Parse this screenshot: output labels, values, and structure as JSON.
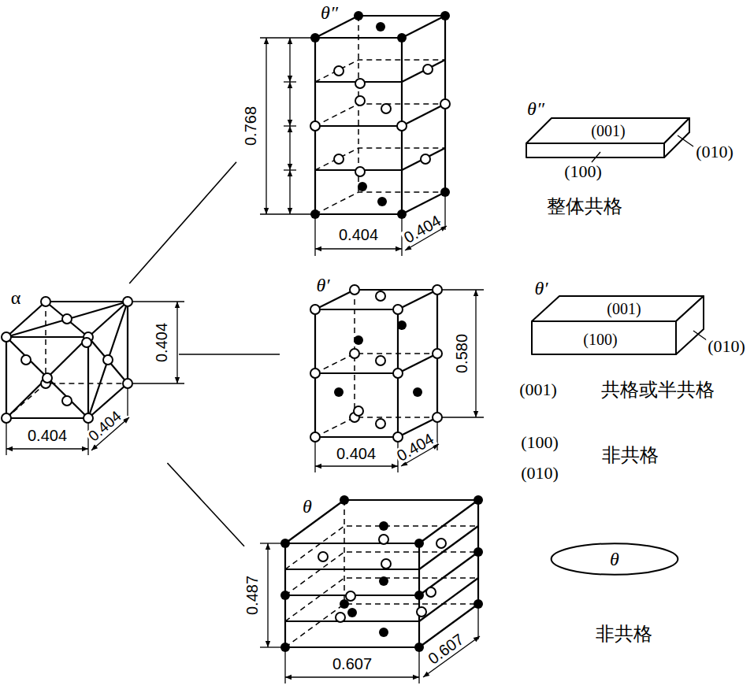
{
  "diagram": {
    "nodes": [
      {
        "text": [
          "α"
        ]
      },
      {
        "text": [
          "θ″"
        ]
      },
      {
        "text": [
          "θ′"
        ]
      },
      {
        "text": [
          "θ"
        ]
      },
      {
        "text": [
          "θ″",
          "(001)"
        ]
      },
      {
        "text": [
          "θ′",
          "(001)",
          "(100)"
        ]
      },
      {
        "text": [
          "θ"
        ]
      }
    ],
    "edges": [
      {
        "from": 0,
        "to": 1,
        "arrow": "none"
      },
      {
        "from": 0,
        "to": 2,
        "arrow": "none"
      },
      {
        "from": 0,
        "to": 3,
        "arrow": "none"
      }
    ],
    "labels": [
      "0.768",
      "0.404",
      "0.404",
      "(100)",
      "(010)",
      "整体共格",
      "0.404",
      "0.404",
      "0.404",
      "0.580",
      "0.404",
      "0.404",
      "(010)",
      "(001)",
      "共格或半共格",
      "(100)",
      "(010)",
      "非共格",
      "0.487",
      "0.607",
      "0.607",
      "非共格"
    ]
  }
}
